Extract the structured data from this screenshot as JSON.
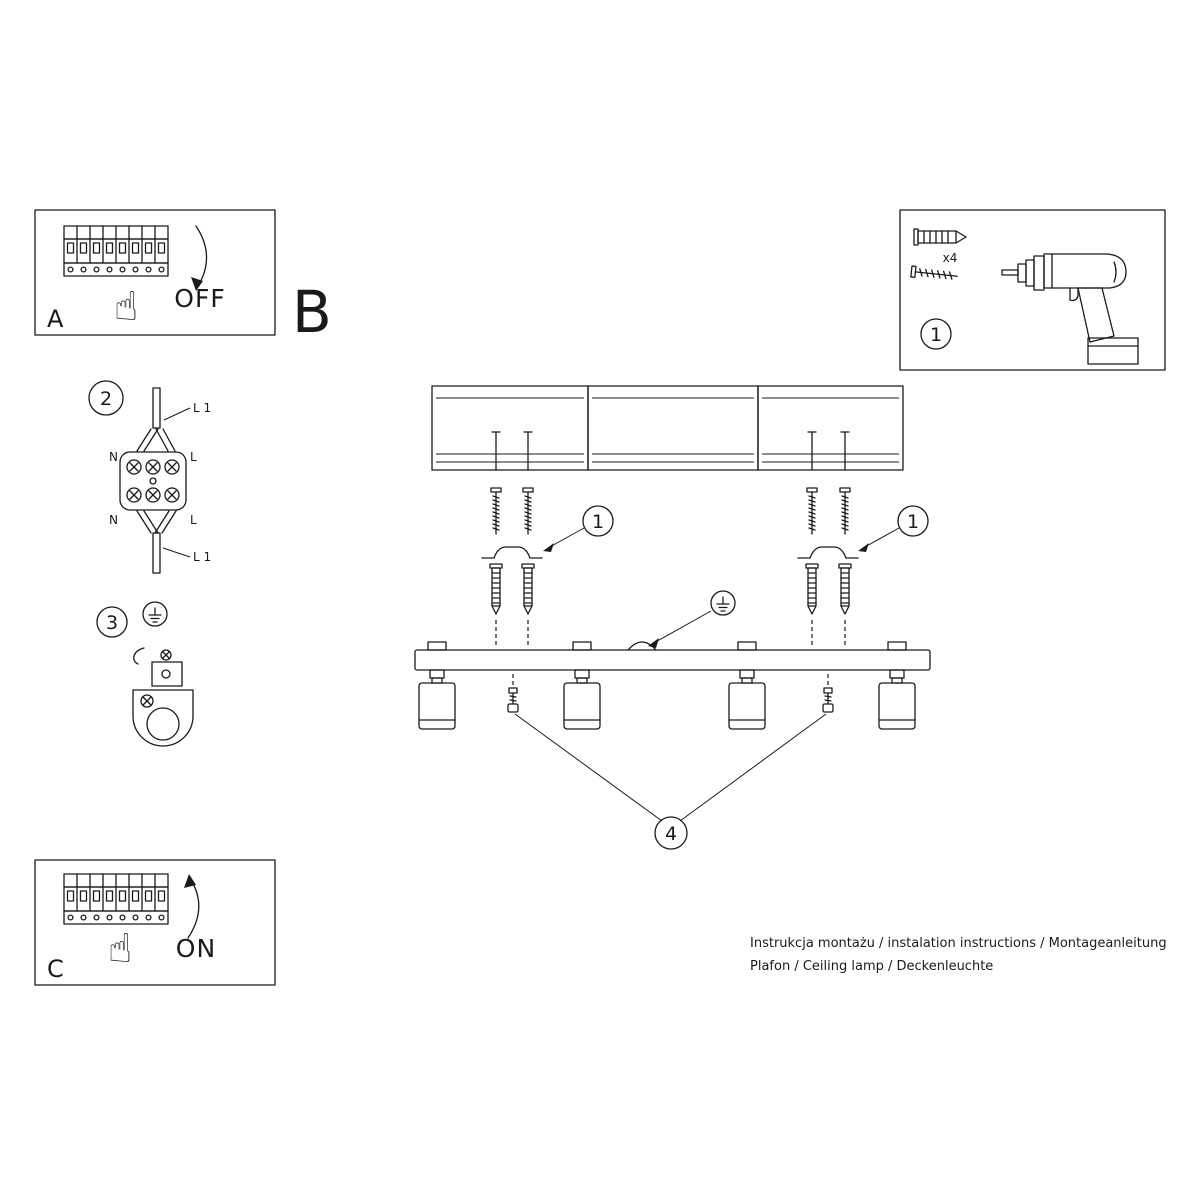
{
  "colors": {
    "ink": "#1a1a1a",
    "background": "#ffffff"
  },
  "sections": {
    "panel_a": {
      "label": "A",
      "state_label": "OFF"
    },
    "panel_c": {
      "label": "C",
      "state_label": "ON"
    },
    "main_label": "B",
    "tools": {
      "step_number": "1",
      "dowel_count": "x4"
    }
  },
  "callouts": {
    "step2": "2",
    "step3": "3",
    "anchor_left": "1",
    "anchor_right": "1",
    "screws": "4"
  },
  "terminal_labels": {
    "line_top": "L 1",
    "neutral_top": "N",
    "live_top": "L",
    "neutral_bottom": "N",
    "live_bottom": "L",
    "line_bottom": "L 1"
  },
  "icons": {
    "hand_up": "☝"
  },
  "footer": {
    "line1": "Instrukcja montażu / instalation instructions / Montageanleitung",
    "line2": "Plafon / Ceiling lamp / Deckenleuchte"
  }
}
